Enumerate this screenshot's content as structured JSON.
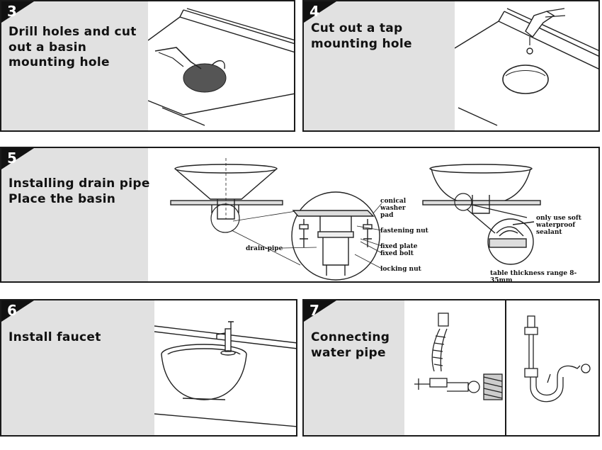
{
  "steps": [
    {
      "number": "3",
      "title": "Drill holes and cut\nout a basin\nmounting hole"
    },
    {
      "number": "4",
      "title": "Cut out a tap\nmounting hole"
    },
    {
      "number": "5",
      "title": "Installing drain pipe\nPlace the basin"
    },
    {
      "number": "6",
      "title": "Install faucet"
    },
    {
      "number": "7",
      "title": "Connecting\nwater pipe"
    }
  ],
  "step5_labels": {
    "conical_washer_pad": "conical\nwasher\npad",
    "fastening_nut": "fastening nut",
    "fixed_plate_bolt": "fixed plate\nfixed bolt",
    "locking_nut": "locking nut",
    "drain_pipe": "drain-pipe",
    "sealant": "only use soft\nwaterproof sealant",
    "thickness": "table thickness range 8-35mm"
  },
  "colors": {
    "label_bg": "#e1e1e1",
    "border": "#1a1a1a",
    "badge": "#111111"
  }
}
